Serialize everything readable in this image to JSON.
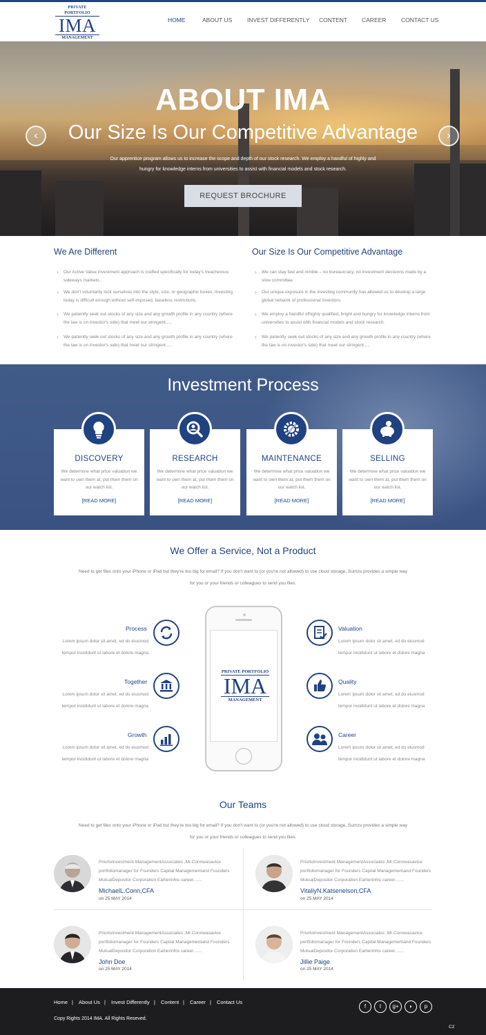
{
  "brand": {
    "line1": "PRIVATE PORTFOLIO",
    "name": "IMA",
    "line3": "MANAGEMENT"
  },
  "nav": [
    "HOME",
    "ABOUT US",
    "INVEST DIFFERENTLY",
    "CONTENT",
    "CAREER",
    "CONTACT US"
  ],
  "hero": {
    "title": "ABOUT IMA",
    "subtitle": "Our Size Is Our Competitive Advantage",
    "text": "Our apprentice program allows us to increase the scope and depth of our stock research. We employ a handful of highly and hungry for knowledge interns from universities to assist with financial models and stock research.",
    "button": "REQUEST BROCHURE",
    "prev_icon": "chevron-left-icon",
    "next_icon": "chevron-right-icon"
  },
  "different": {
    "title": "We Are Different",
    "items": [
      "Our Active Value investment approach is crafted specifically for today's treacherous sideways markets..",
      "We don't voluntarily lock ourselves into the style, size, or geographic boxes. Investing today is difficult enough  without self-imposed, baseless restrictions.",
      "We patiently seek out stocks of any size and any growth profile in any country (where the law is on investor's side) that meet our stringent.....",
      "We patiently seek out stocks of any size and any growth profile in any country (where the law is on investor's side) that meet our stringent....."
    ]
  },
  "advantage": {
    "title": "Our Size Is Our Competitive Advantage",
    "items": [
      "We can stay fast and nimble – no bureaucracy, no investment decisions made by a slow committee.",
      "Our unique exposure in the investing community has allowed us to develop a large global network of professional investors.",
      "We employ a handful ofhighly qualified, bright and hungry for knowledge interns from universities to assist with financial models and stock research.",
      "We patiently seek out stocks of any size and any growth profile in any country (where the law is on investor's side) that meet our stringent....."
    ]
  },
  "process": {
    "title": "Investment Process",
    "cards": [
      {
        "title": "DISCOVERY",
        "icon": "lightbulb-icon",
        "text": "We determine what price valuation we want to own them at, put them them on our watch list.",
        "link": "[READ MORE]"
      },
      {
        "title": "RESEARCH",
        "icon": "magnifier-icon",
        "text": "We determine what price valuation we want to own them at, put them them on our watch list.",
        "link": "[READ MORE]"
      },
      {
        "title": "MAINTENANCE",
        "icon": "gear-tools-icon",
        "text": "We determine what price valuation we want to own them at, put them them on our watch list.",
        "link": "[READ MORE]"
      },
      {
        "title": "SELLING",
        "icon": "piggy-bank-icon",
        "text": "We determine what price valuation we want to own them at, put them them on our watch list.",
        "link": "[READ MORE]"
      }
    ]
  },
  "service": {
    "title": "We Offer a Service, Not a Product",
    "text": "Need to get files onto your iPhone or iPad but they're too big for email? If you don't want to (or you're not allowed) to use cloud storage, Sumzu provides a simple way for you or your friends or colleagues to send you files.",
    "left": [
      {
        "title": "Process",
        "icon": "refresh-icon",
        "text": "Lorem ipsum dolor sit amet, ed do eiusmod tempor incididunt ut labore et dolore magna"
      },
      {
        "title": "Together",
        "icon": "bank-icon",
        "text": "Lorem ipsum dolor sit amet, ed do eiusmod tempor incididunt ut labore et dolore magna"
      },
      {
        "title": "Growth",
        "icon": "bar-chart-icon",
        "text": "Lorem ipsum dolor sit amet, ed do eiusmod tempor incididunt ut labore et dolore magna"
      }
    ],
    "right": [
      {
        "title": "Valuation",
        "icon": "checklist-icon",
        "text": "Lorem ipsum dolor sit amet, ed do eiusmod tempor incididunt ut labore et dolore magna"
      },
      {
        "title": "Quality",
        "icon": "thumbs-up-icon",
        "text": "Lorem ipsum dolor sit amet, ed do eiusmod tempor incididunt ut labore et dolore magna"
      },
      {
        "title": "Career",
        "icon": "users-icon",
        "text": "Lorem ipsum dolor sit amet, ed do eiusmod tempor incididunt ut labore et dolore magna"
      }
    ]
  },
  "teams": {
    "title": "Our Teams",
    "text": "Need to get files onto your iPhone or iPad but they're too big for email? If you don't want to (or you're not allowed) to use cloud storage, Sumzu provides a simple way for you or your friends or colleagues to send you files.",
    "members": [
      {
        "name": "MichaelL.Conn,CFA",
        "date": "on 25 MAY 2014",
        "bio": "PriortoInvestment ManagementAssociates ,Mr.Connwasavice portfoliomanager for Founders Capital Managementand Founders MutualDepositor Corporation Earlierinhis career......."
      },
      {
        "name": "VitaliyN.Katsenelson,CFA",
        "date": "on 25 MAY 2014",
        "bio": "PriortoInvestment ManagementAssociates ,Mr.Connwasavice portfoliomanager for Founders Capital Managementand Founders MutualDepositor Corporation Earlierinhis career......."
      },
      {
        "name": "John Doe",
        "date": "on 25 MAY 2014",
        "bio": "PriortoInvestment ManagementAssociates ,Mr.Connwasavice portfoliomanager for Founders Capital Managementand Founders MutualDepositor Corporation Earlierinhis career......."
      },
      {
        "name": "Jillie Paige",
        "date": "on 25 MAY 2014",
        "bio": "PriortoInvestment ManagementAssociates ,Mr.Connwasavice portfoliomanager for Founders Capital Managementand Founders MutualDepositor Corporation Earlierinhis career......."
      }
    ]
  },
  "footer": {
    "links": [
      "Home",
      "About Us",
      "Invest Differently",
      "Content",
      "Career",
      "Contact Us"
    ],
    "separator": "|",
    "copyright": "Copy Rights 2014 IMA. All Rights Reseved.",
    "social": [
      {
        "icon": "facebook-icon",
        "glyph": "f"
      },
      {
        "icon": "twitter-icon",
        "glyph": "t"
      },
      {
        "icon": "google-plus-icon",
        "glyph": "g+"
      },
      {
        "icon": "rss-icon",
        "glyph": "◗"
      },
      {
        "icon": "pinterest-icon",
        "glyph": "p"
      }
    ],
    "corner": "C2"
  },
  "colors": {
    "brand": "#1f4280",
    "process_bg": "#3d5686",
    "footer_bg": "#1d1d1f"
  }
}
